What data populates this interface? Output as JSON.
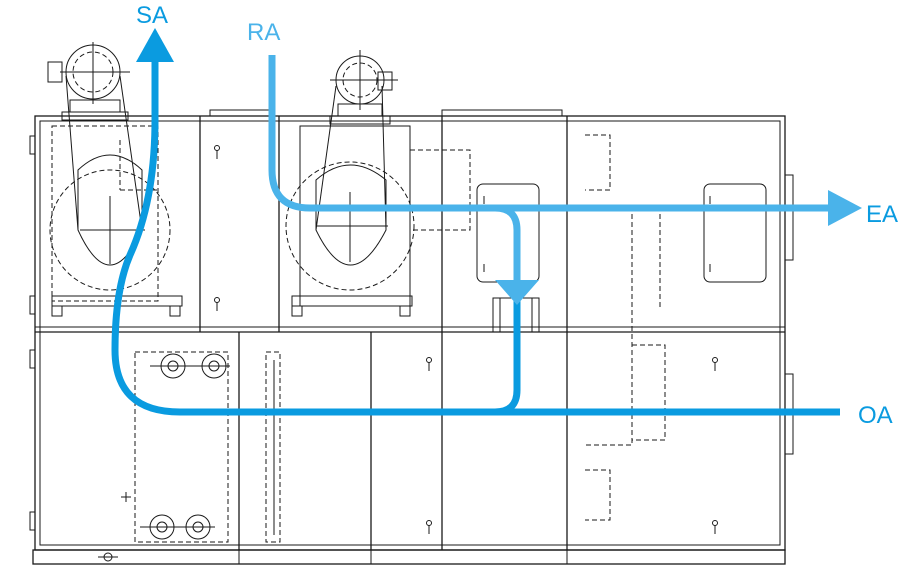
{
  "labels": {
    "sa": "SA",
    "ra": "RA",
    "ea": "EA",
    "oa": "OA"
  },
  "colors": {
    "supply_air": "#0a9be0",
    "return_air": "#4ab3ea",
    "line": "#1a1a1a",
    "background": "#ffffff"
  }
}
